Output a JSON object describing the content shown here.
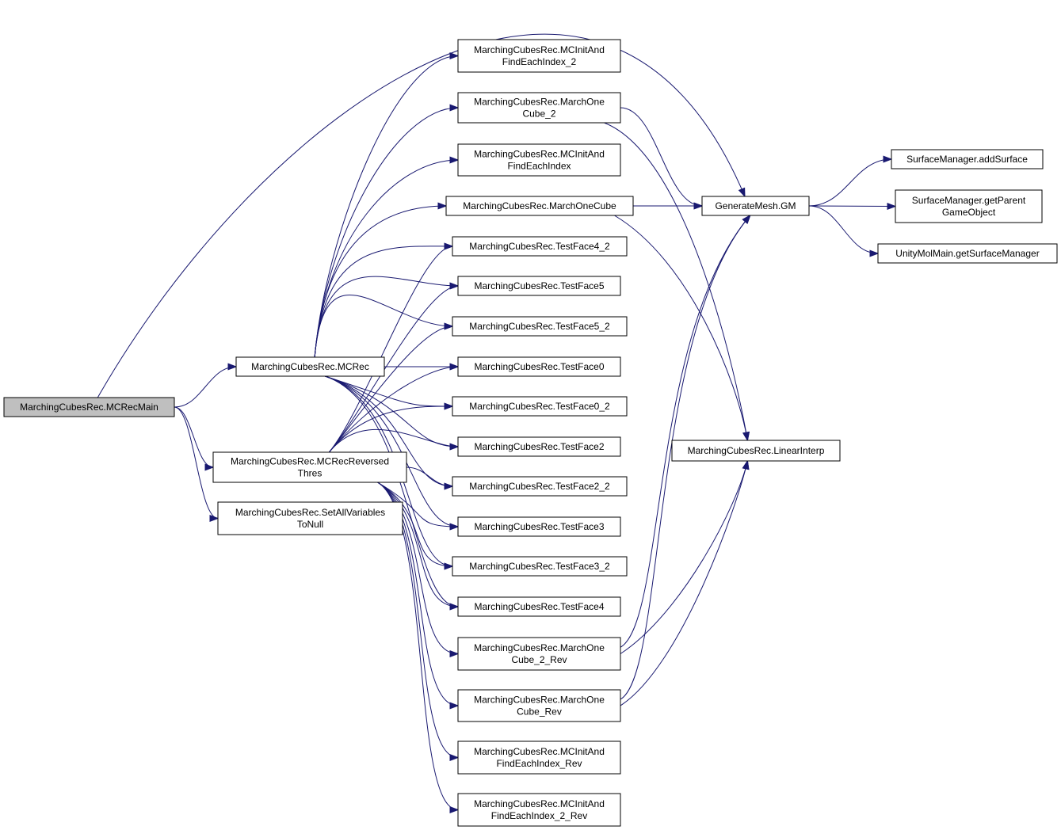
{
  "graph": {
    "edge_color": "#191970",
    "root_fill": "#bfbfbf",
    "nodes": {
      "mcrecmain": [
        "MarchingCubesRec.MCRecMain"
      ],
      "mcrec": [
        "MarchingCubesRec.MCRec"
      ],
      "mcrecrev": [
        "MarchingCubesRec.MCRecReversed",
        "Thres"
      ],
      "setall": [
        "MarchingCubesRec.SetAllVariables",
        "ToNull"
      ],
      "mcinit2": [
        "MarchingCubesRec.MCInitAnd",
        "FindEachIndex_2"
      ],
      "march2": [
        "MarchingCubesRec.MarchOne",
        "Cube_2"
      ],
      "mcinit": [
        "MarchingCubesRec.MCInitAnd",
        "FindEachIndex"
      ],
      "march": [
        "MarchingCubesRec.MarchOneCube"
      ],
      "tf4_2": [
        "MarchingCubesRec.TestFace4_2"
      ],
      "tf5": [
        "MarchingCubesRec.TestFace5"
      ],
      "tf5_2": [
        "MarchingCubesRec.TestFace5_2"
      ],
      "tf0": [
        "MarchingCubesRec.TestFace0"
      ],
      "tf0_2": [
        "MarchingCubesRec.TestFace0_2"
      ],
      "tf2": [
        "MarchingCubesRec.TestFace2"
      ],
      "tf2_2": [
        "MarchingCubesRec.TestFace2_2"
      ],
      "tf3": [
        "MarchingCubesRec.TestFace3"
      ],
      "tf3_2": [
        "MarchingCubesRec.TestFace3_2"
      ],
      "tf4": [
        "MarchingCubesRec.TestFace4"
      ],
      "march2rev": [
        "MarchingCubesRec.MarchOne",
        "Cube_2_Rev"
      ],
      "marchrev": [
        "MarchingCubesRec.MarchOne",
        "Cube_Rev"
      ],
      "mcinitrev": [
        "MarchingCubesRec.MCInitAnd",
        "FindEachIndex_Rev"
      ],
      "mcinit2rev": [
        "MarchingCubesRec.MCInitAnd",
        "FindEachIndex_2_Rev"
      ],
      "gm": [
        "GenerateMesh.GM"
      ],
      "linear": [
        "MarchingCubesRec.LinearInterp"
      ],
      "addsurf": [
        "SurfaceManager.addSurface"
      ],
      "getparent": [
        "SurfaceManager.getParent",
        "GameObject"
      ],
      "getsurfmgr": [
        "UnityMolMain.getSurfaceManager"
      ]
    },
    "edges": [
      [
        "mcrecmain",
        "mcrec"
      ],
      [
        "mcrecmain",
        "mcrecrev"
      ],
      [
        "mcrecmain",
        "setall"
      ],
      [
        "mcrecmain",
        "gm"
      ],
      [
        "mcrec",
        "mcinit2"
      ],
      [
        "mcrec",
        "march2"
      ],
      [
        "mcrec",
        "mcinit"
      ],
      [
        "mcrec",
        "march"
      ],
      [
        "mcrec",
        "tf4_2"
      ],
      [
        "mcrec",
        "tf5"
      ],
      [
        "mcrec",
        "tf5_2"
      ],
      [
        "mcrec",
        "tf0"
      ],
      [
        "mcrec",
        "tf0_2"
      ],
      [
        "mcrec",
        "tf2"
      ],
      [
        "mcrec",
        "tf2_2"
      ],
      [
        "mcrec",
        "tf3"
      ],
      [
        "mcrec",
        "tf3_2"
      ],
      [
        "mcrec",
        "tf4"
      ],
      [
        "mcrecrev",
        "tf4_2"
      ],
      [
        "mcrecrev",
        "tf5"
      ],
      [
        "mcrecrev",
        "tf5_2"
      ],
      [
        "mcrecrev",
        "tf0"
      ],
      [
        "mcrecrev",
        "tf0_2"
      ],
      [
        "mcrecrev",
        "tf2"
      ],
      [
        "mcrecrev",
        "tf2_2"
      ],
      [
        "mcrecrev",
        "tf3"
      ],
      [
        "mcrecrev",
        "tf3_2"
      ],
      [
        "mcrecrev",
        "tf4"
      ],
      [
        "mcrecrev",
        "march2rev"
      ],
      [
        "mcrecrev",
        "marchrev"
      ],
      [
        "mcrecrev",
        "mcinitrev"
      ],
      [
        "mcrecrev",
        "mcinit2rev"
      ],
      [
        "march2",
        "gm"
      ],
      [
        "march2",
        "linear"
      ],
      [
        "march",
        "gm"
      ],
      [
        "march",
        "linear"
      ],
      [
        "march2rev",
        "gm"
      ],
      [
        "march2rev",
        "linear"
      ],
      [
        "marchrev",
        "gm"
      ],
      [
        "marchrev",
        "linear"
      ],
      [
        "gm",
        "addsurf"
      ],
      [
        "gm",
        "getparent"
      ],
      [
        "gm",
        "getsurfmgr"
      ]
    ]
  }
}
